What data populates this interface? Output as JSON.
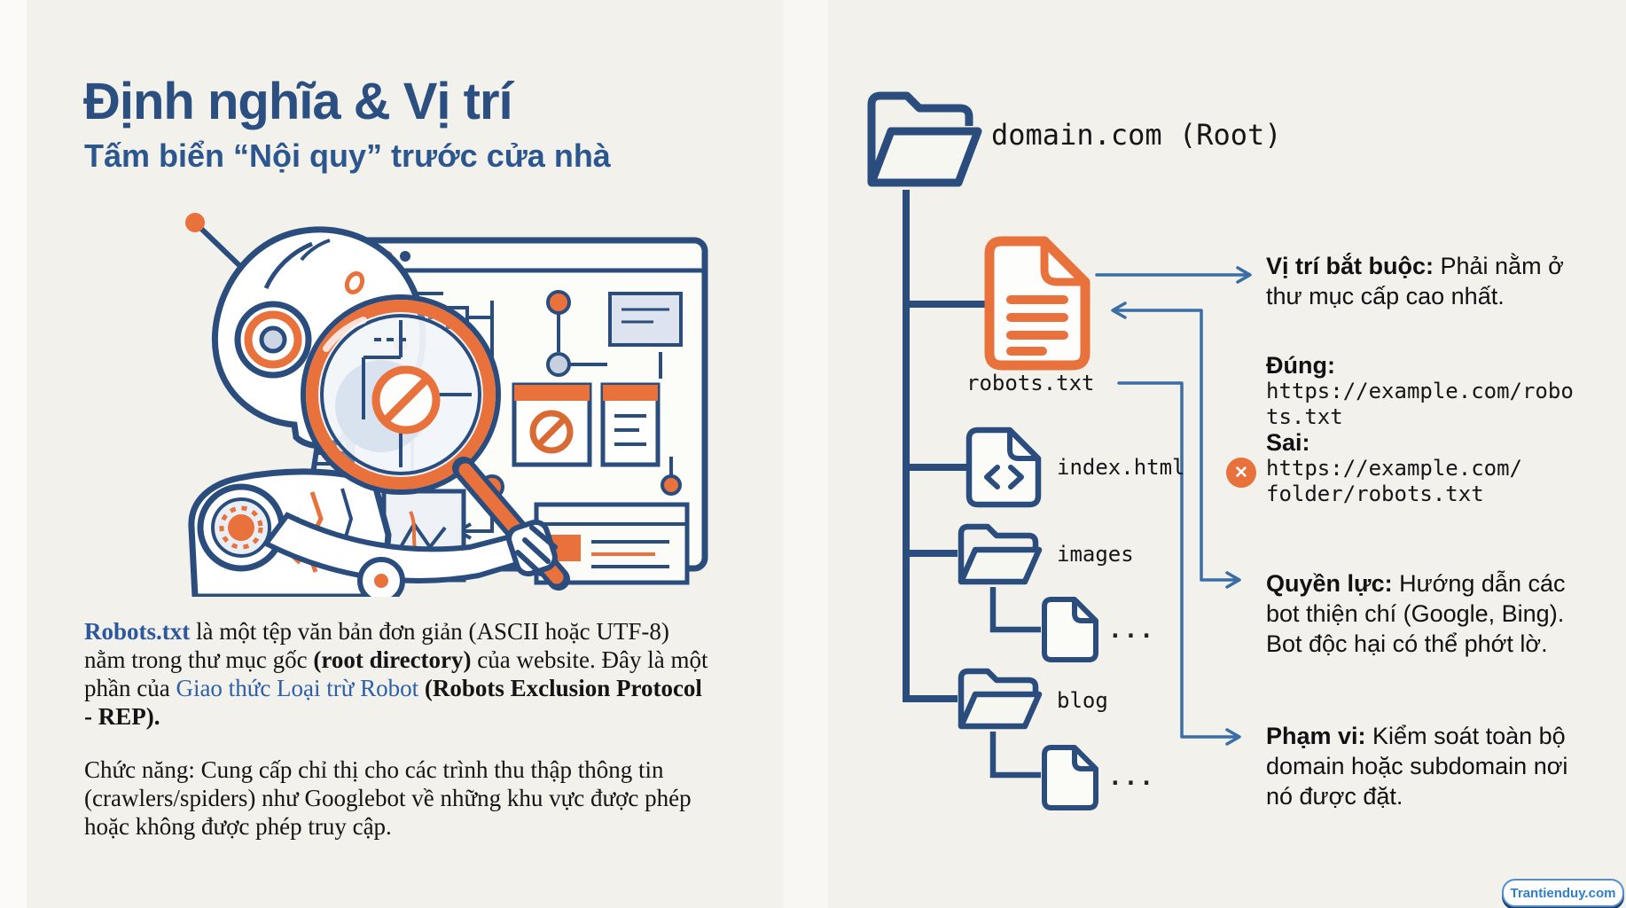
{
  "left": {
    "title": "Định nghĩa & Vị trí",
    "subtitle": "Tấm biển “Nội quy” trước cửa nhà",
    "paragraph1": [
      {
        "t": "Robots.txt",
        "s": "link-bold"
      },
      {
        "t": " là một tệp văn bản đơn giản (ASCII hoặc UTF-8) nằm trong thư mục gốc ",
        "s": ""
      },
      {
        "t": "(root directory)",
        "s": "bold"
      },
      {
        "t": " của website. Đây là một phần của ",
        "s": ""
      },
      {
        "t": "Giao thức Loại trừ Robot",
        "s": "link"
      },
      {
        "t": " ",
        "s": ""
      },
      {
        "t": "(Robots Exclusion Protocol - REP).",
        "s": "bold"
      }
    ],
    "paragraph2": [
      {
        "t": "Chức năng: Cung cấp chỉ thị cho các trình thu thập thông tin (crawlers/spiders) như Googlebot về những khu vực được phép hoặc không được phép truy cập.",
        "s": ""
      }
    ]
  },
  "tree": {
    "root_label": "domain.com (Root)",
    "robots_label": "robots.txt",
    "index_label": "index.html",
    "images_label": "images",
    "blog_label": "blog",
    "ellipsis": "..."
  },
  "annotations": {
    "location": [
      {
        "t": "Vị trí bắt buộc:",
        "s": "bold"
      },
      {
        "t": " Phải nằm ở thư mục cấp cao nhất.",
        "s": ""
      }
    ],
    "examples": {
      "correct_label": "Đúng:",
      "correct_url_line1": "https://example.com/robo",
      "correct_url_line2": "ts.txt",
      "wrong_label": "Sai:",
      "wrong_url_line1": "https://example.com/",
      "wrong_url_line2": "folder/robots.txt",
      "wrong_icon": "✕"
    },
    "authority": [
      {
        "t": "Quyền lực:",
        "s": "bold"
      },
      {
        "t": " Hướng dẫn các bot thiện chí (Google, Bing). Bot độc hại có thể phớt lờ.",
        "s": ""
      }
    ],
    "scope": [
      {
        "t": "Phạm vi:",
        "s": "bold"
      },
      {
        "t": " Kiểm soát toàn bộ domain hoặc subdomain nơi nó được đặt.",
        "s": ""
      }
    ]
  },
  "watermark": "Trantienduy.com",
  "icons": {
    "root_folder": "open-folder-icon",
    "robots_file": "orange-document-icon",
    "index_file": "code-file-icon",
    "images_folder": "open-folder-icon",
    "blog_folder": "open-folder-icon",
    "child_file": "blank-page-icon",
    "wrong": "x-circle-icon",
    "illustration": "robot-magnifier-no-entry"
  },
  "colors": {
    "background": "#f2f1ec",
    "navy": "#2a4d7d",
    "orange": "#e8713c",
    "arrow_blue": "#3a6ea5",
    "title_blue": "#2b4f80",
    "link_blue": "#2d5fa8",
    "watermark_blue": "#2f80cc"
  }
}
